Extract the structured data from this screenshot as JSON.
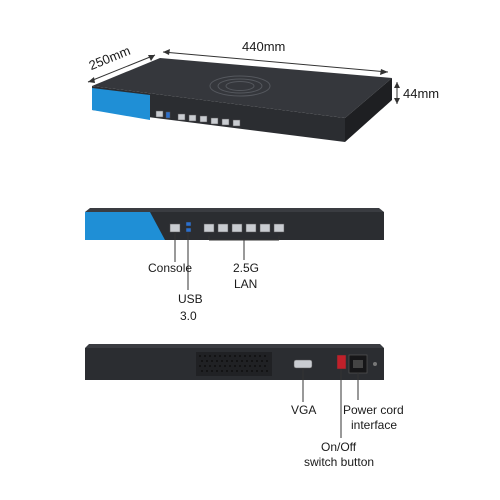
{
  "dimensions": {
    "depth": "250mm",
    "width": "440mm",
    "height": "44mm"
  },
  "front_callouts": {
    "console": "Console",
    "usb": "USB",
    "usb_version": "3.0",
    "lan_speed": "2.5G",
    "lan": "LAN"
  },
  "rear_callouts": {
    "vga": "VGA",
    "power_line1": "Power cord",
    "power_line2": "interface",
    "switch_line1": "On/Off",
    "switch_line2": "switch button"
  },
  "colors": {
    "chassis": "#2b2d31",
    "chassis_top": "#3a3c41",
    "accent_blue": "#1f8fd6",
    "port_metal": "#c9ccd1"
  }
}
